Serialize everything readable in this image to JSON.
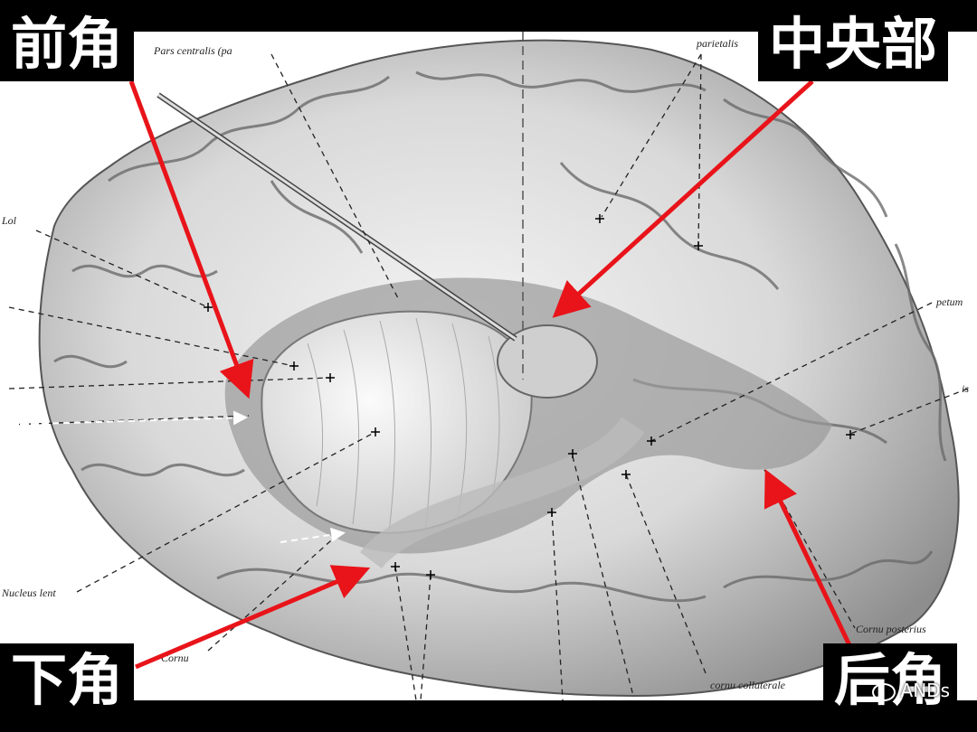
{
  "labels": {
    "front_horn": "前角",
    "central_part": "中央部",
    "inferior_horn": "下角",
    "posterior_horn": "后角"
  },
  "plate_labels": {
    "pars_centralis": "Pars centralis (pa",
    "parietalis": "parietalis",
    "lob": "Lol",
    "peum": "petum",
    "is": "is",
    "nucleus": "Nucleus lent",
    "cornu": "Cornu",
    "cornu_posterius": "Cornu posterius",
    "cornu_collaterale": "cornu collaterale"
  },
  "watermark": "ANDs",
  "colors": {
    "arrow": "#e8141a",
    "label_bg": "#000000",
    "label_text": "#ffffff"
  }
}
